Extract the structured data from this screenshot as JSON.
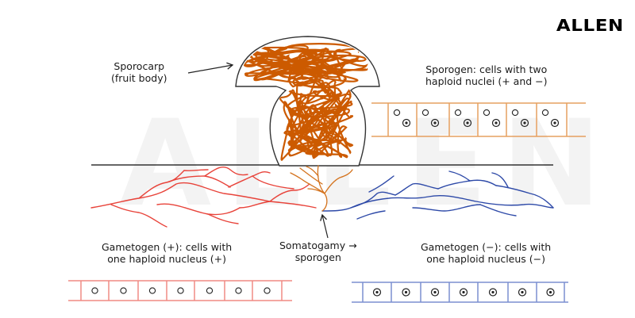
{
  "brand": {
    "logo_text": "ALLEN",
    "watermark_text": "ALLEN"
  },
  "labels": {
    "sporocarp": [
      "Sporocarp",
      "(fruit body)"
    ],
    "sporogen": [
      "Sporogen: cells with two",
      "haploid nuclei (+ and −)"
    ],
    "gametogen_plus": [
      "Gametogen (+): cells with",
      "one haploid nucleus (+)"
    ],
    "somatogamy": [
      "Somatogamy →",
      "sporogen"
    ],
    "gametogen_minus": [
      "Gametogen (−): cells with",
      "one haploid nucleus (−)"
    ]
  },
  "colors": {
    "plus": "#e8433a",
    "minus": "#2e4aa8",
    "sporogen": "#d4731e",
    "sporocarp_fill": "#cc5a00",
    "outline": "#333333",
    "cell_plus": "#f08a84",
    "cell_minus": "#7b8fd1",
    "cell_sporogen": "#e6a060"
  },
  "cell_rows": {
    "gametogen_plus": {
      "cells": 7,
      "nucleus": "single-empty"
    },
    "gametogen_minus": {
      "cells": 7,
      "nucleus": "single-dotted"
    },
    "sporogen": {
      "cells": 6,
      "nucleus": "pair"
    }
  }
}
